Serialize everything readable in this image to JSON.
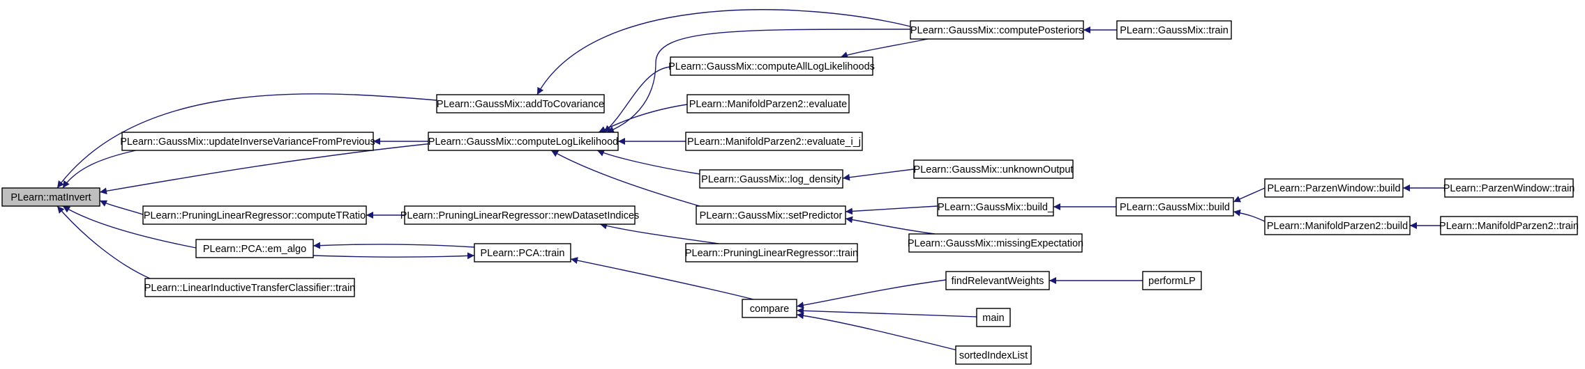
{
  "graph": {
    "edge_color": "#191970",
    "root_fill": "#bfbfbf",
    "nodes": [
      {
        "id": "matInvert",
        "label": "PLearn::matInvert",
        "root": true
      },
      {
        "id": "addToCov",
        "label": "PLearn::GaussMix::addToCovariance"
      },
      {
        "id": "updInvVar",
        "label": "PLearn::GaussMix::updateInverseVarianceFromPrevious"
      },
      {
        "id": "pruneTRatio",
        "label": "PLearn::PruningLinearRegressor::computeTRatio"
      },
      {
        "id": "pcaEm",
        "label": "PLearn::PCA::em_algo"
      },
      {
        "id": "litcTrain",
        "label": "PLearn::LinearInductiveTransferClassifier::train"
      },
      {
        "id": "compLogLik",
        "label": "PLearn::GaussMix::computeLogLikelihood"
      },
      {
        "id": "newDataset",
        "label": "PLearn::PruningLinearRegressor::newDatasetIndices"
      },
      {
        "id": "pcaTrain",
        "label": "PLearn::PCA::train"
      },
      {
        "id": "compPost",
        "label": "PLearn::GaussMix::computePosteriors"
      },
      {
        "id": "compAllLog",
        "label": "PLearn::GaussMix::computeAllLogLikelihoods"
      },
      {
        "id": "mpEval",
        "label": "PLearn::ManifoldParzen2::evaluate"
      },
      {
        "id": "mpEvalIJ",
        "label": "PLearn::ManifoldParzen2::evaluate_i_j"
      },
      {
        "id": "logDensity",
        "label": "PLearn::GaussMix::log_density"
      },
      {
        "id": "setPred",
        "label": "PLearn::GaussMix::setPredictor"
      },
      {
        "id": "pruneTrain",
        "label": "PLearn::PruningLinearRegressor::train"
      },
      {
        "id": "compare",
        "label": "compare"
      },
      {
        "id": "gmTrain",
        "label": "PLearn::GaussMix::train"
      },
      {
        "id": "unknownOut",
        "label": "PLearn::GaussMix::unknownOutput"
      },
      {
        "id": "build_",
        "label": "PLearn::GaussMix::build_"
      },
      {
        "id": "missingExp",
        "label": "PLearn::GaussMix::missingExpectation"
      },
      {
        "id": "findRel",
        "label": "findRelevantWeights"
      },
      {
        "id": "main",
        "label": "main"
      },
      {
        "id": "sortedIdx",
        "label": "sortedIndexList"
      },
      {
        "id": "gmBuild",
        "label": "PLearn::GaussMix::build"
      },
      {
        "id": "performLP",
        "label": "performLP"
      },
      {
        "id": "pwBuild",
        "label": "PLearn::ParzenWindow::build"
      },
      {
        "id": "mp2Build",
        "label": "PLearn::ManifoldParzen2::build"
      },
      {
        "id": "pwTrain",
        "label": "PLearn::ParzenWindow::train"
      },
      {
        "id": "mp2Train",
        "label": "PLearn::ManifoldParzen2::train"
      }
    ],
    "edges": [
      {
        "from": "addToCov",
        "to": "matInvert"
      },
      {
        "from": "updInvVar",
        "to": "matInvert"
      },
      {
        "from": "compLogLik",
        "to": "matInvert"
      },
      {
        "from": "pruneTRatio",
        "to": "matInvert"
      },
      {
        "from": "pcaEm",
        "to": "matInvert"
      },
      {
        "from": "litcTrain",
        "to": "matInvert"
      },
      {
        "from": "compPost",
        "to": "addToCov"
      },
      {
        "from": "compLogLik",
        "to": "updInvVar"
      },
      {
        "from": "newDataset",
        "to": "pruneTRatio"
      },
      {
        "from": "pcaTrain",
        "to": "pcaEm"
      },
      {
        "from": "pcaEm",
        "to": "pcaTrain"
      },
      {
        "from": "compPost",
        "to": "compLogLik"
      },
      {
        "from": "compAllLog",
        "to": "compLogLik"
      },
      {
        "from": "mpEval",
        "to": "compLogLik"
      },
      {
        "from": "mpEvalIJ",
        "to": "compLogLik"
      },
      {
        "from": "logDensity",
        "to": "compLogLik"
      },
      {
        "from": "setPred",
        "to": "compLogLik"
      },
      {
        "from": "pruneTrain",
        "to": "newDataset"
      },
      {
        "from": "compare",
        "to": "pcaTrain"
      },
      {
        "from": "gmTrain",
        "to": "compPost"
      },
      {
        "from": "compPost",
        "to": "compAllLog"
      },
      {
        "from": "unknownOut",
        "to": "logDensity"
      },
      {
        "from": "build_",
        "to": "setPred"
      },
      {
        "from": "missingExp",
        "to": "setPred"
      },
      {
        "from": "findRel",
        "to": "compare"
      },
      {
        "from": "main",
        "to": "compare"
      },
      {
        "from": "sortedIdx",
        "to": "compare"
      },
      {
        "from": "gmBuild",
        "to": "build_"
      },
      {
        "from": "performLP",
        "to": "findRel"
      },
      {
        "from": "pwBuild",
        "to": "gmBuild"
      },
      {
        "from": "mp2Build",
        "to": "gmBuild"
      },
      {
        "from": "pwTrain",
        "to": "pwBuild"
      },
      {
        "from": "mp2Train",
        "to": "mp2Build"
      }
    ]
  }
}
